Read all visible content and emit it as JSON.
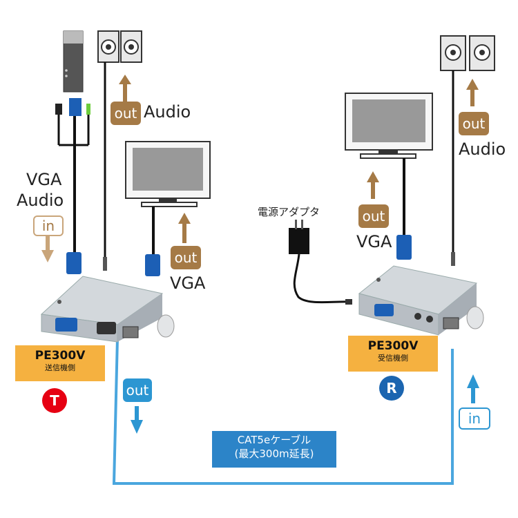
{
  "transmitter": {
    "input_signal": "VGA",
    "input_audio": "Audio",
    "in_label": "in",
    "local_video_out": "out",
    "local_video_label": "VGA",
    "local_audio_out": "out",
    "local_audio_label": "Audio",
    "model": "PE300V",
    "side": "送信機側",
    "badge": "T",
    "lan_out": "out"
  },
  "receiver": {
    "power_adapter": "電源アダプタ",
    "video_out": "out",
    "video_label": "VGA",
    "audio_out": "out",
    "audio_label": "Audio",
    "model": "PE300V",
    "side": "受信機側",
    "badge": "R",
    "lan_in": "in"
  },
  "cable": {
    "name": "CAT5eケーブル",
    "note": "(最大300m延長)"
  },
  "colors": {
    "accent_brown": "#a57a46",
    "accent_blue": "#2c96d2",
    "model_bg": "#f5b140",
    "badge_t": "#e60012",
    "badge_r": "#1b65b0",
    "cable": "#4aa6de"
  }
}
